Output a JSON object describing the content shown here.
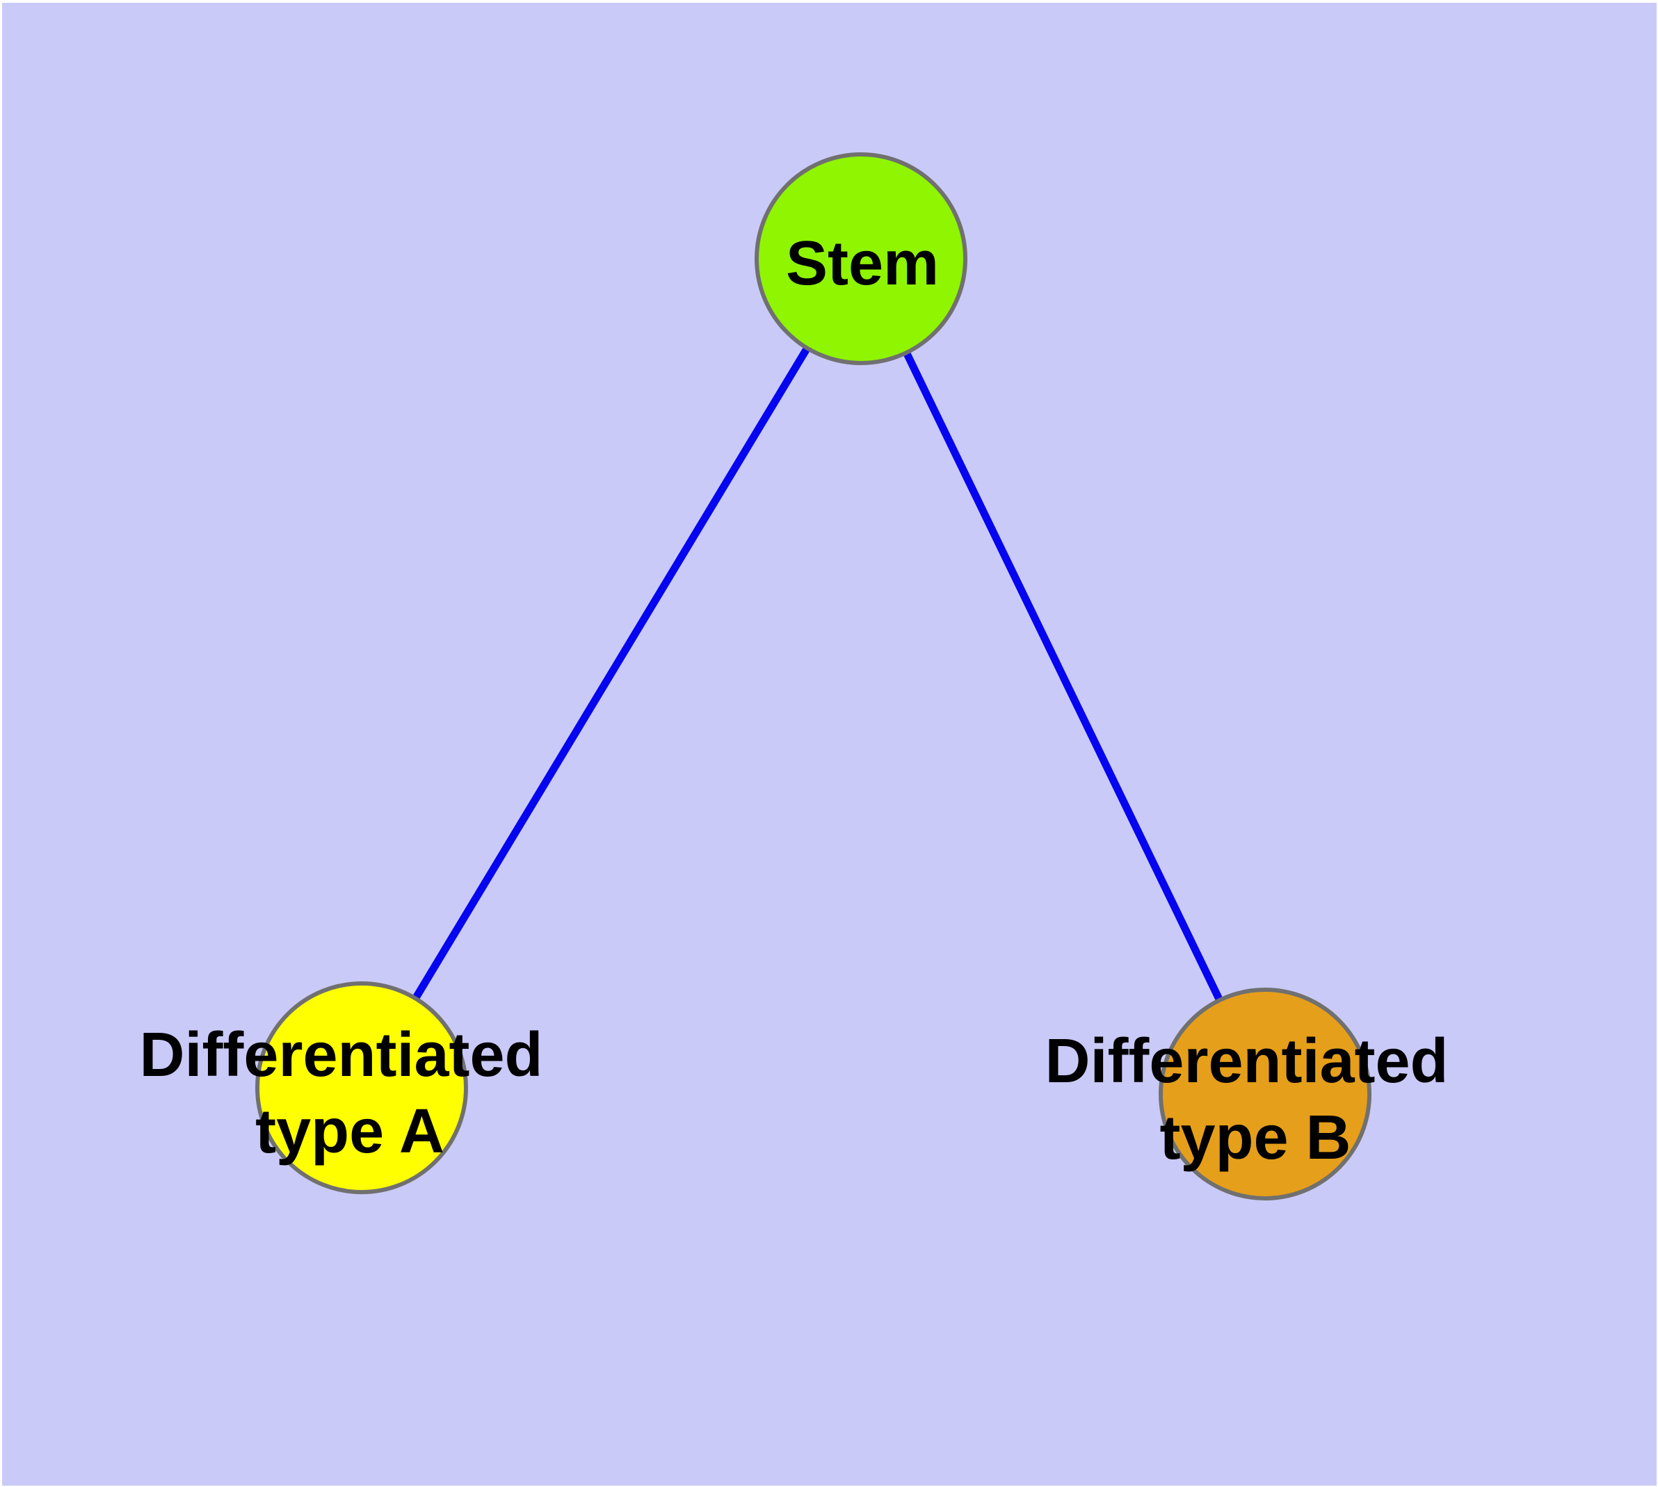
{
  "diagram": {
    "type": "graph",
    "background_color": "#CACAF8",
    "frame_color": "#FFFFFF",
    "edge_color": "#0505F0",
    "node_border_color": "#707070",
    "label_color": "#000000",
    "nodes": [
      {
        "id": "stem",
        "label": "Stem",
        "line1": "Stem",
        "line2": "",
        "fill": "#8FF500"
      },
      {
        "id": "type-a",
        "label": "Differentiated type A",
        "line1": "Differentiated",
        "line2": "type A",
        "fill": "#FFFF00"
      },
      {
        "id": "type-b",
        "label": "Differentiated type B",
        "line1": "Differentiated",
        "line2": "type B",
        "fill": "#E69F1A"
      }
    ],
    "edges": [
      {
        "from": "stem",
        "to": "type-a"
      },
      {
        "from": "stem",
        "to": "type-b"
      }
    ]
  }
}
